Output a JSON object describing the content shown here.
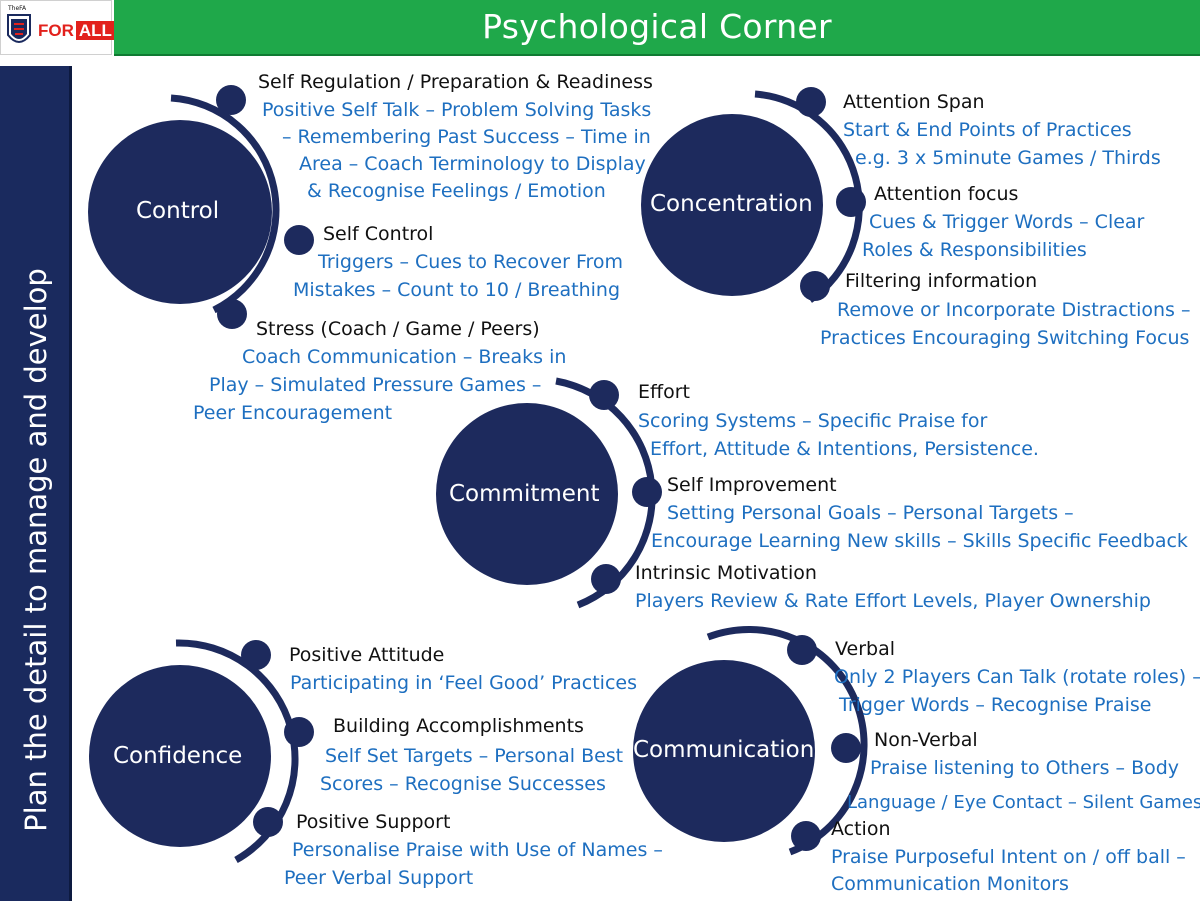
{
  "header": {
    "logo_small": "TheFA",
    "logo_for": "FOR",
    "logo_all": "ALL",
    "title": "Psychological Corner"
  },
  "sidebar": {
    "text": "Plan the detail to manage and develop"
  },
  "colors": {
    "title_bar": "#1fa84a",
    "sidebar": "#1a2a5e",
    "circle_fill": "#1d2a5d",
    "heading_text": "#111111",
    "detail_text": "#1e6fc0"
  },
  "icons": {
    "logo": "england-crest-icon",
    "bullet": "navy-dot-icon"
  },
  "groups": [
    {
      "name": "Control",
      "items": [
        {
          "heading": "Self Regulation / Preparation & Readiness",
          "lines": [
            "Positive Self Talk – Problem Solving Tasks",
            "– Remembering Past Success –  Time in",
            "Area – Coach Terminology to Display",
            "& Recognise Feelings / Emotion"
          ]
        },
        {
          "heading": "Self Control",
          "lines": [
            "Triggers – Cues to Recover From",
            "Mistakes – Count to 10 / Breathing"
          ]
        },
        {
          "heading": "Stress (Coach / Game / Peers)",
          "lines": [
            "Coach Communication – Breaks in",
            "Play – Simulated Pressure Games –",
            "Peer Encouragement"
          ]
        }
      ]
    },
    {
      "name": "Concentration",
      "items": [
        {
          "heading": "Attention Span",
          "lines": [
            "Start & End Points of Practices",
            "e.g. 3 x 5minute Games / Thirds"
          ]
        },
        {
          "heading": "Attention focus",
          "lines": [
            "Cues & Trigger Words – Clear",
            "Roles & Responsibilities"
          ]
        },
        {
          "heading": "Filtering information",
          "lines": [
            "Remove or Incorporate Distractions –",
            "Practices Encouraging Switching Focus"
          ]
        }
      ]
    },
    {
      "name": "Commitment",
      "items": [
        {
          "heading": "Effort",
          "lines": [
            "Scoring Systems – Specific Praise  for",
            "Effort,  Attitude & Intentions, Persistence."
          ]
        },
        {
          "heading": "Self Improvement",
          "lines": [
            "Setting Personal Goals –  Personal Targets  –",
            "Encourage Learning New skills – Skills Specific Feedback"
          ]
        },
        {
          "heading": "Intrinsic Motivation",
          "lines": [
            "Players Review & Rate Effort Levels, Player Ownership"
          ]
        }
      ]
    },
    {
      "name": "Confidence",
      "items": [
        {
          "heading": "Positive Attitude",
          "lines": [
            "Participating in ‘Feel Good’ Practices"
          ]
        },
        {
          "heading": "Building Accomplishments",
          "lines": [
            "Self Set Targets – Personal Best",
            "Scores – Recognise Successes"
          ]
        },
        {
          "heading": "Positive Support",
          "lines": [
            "Personalise Praise with Use of Names –",
            "Peer Verbal Support"
          ]
        }
      ]
    },
    {
      "name": "Communication",
      "items": [
        {
          "heading": "Verbal",
          "lines": [
            "Only 2 Players Can Talk (rotate roles) –",
            "Trigger Words – Recognise Praise"
          ]
        },
        {
          "heading": "Non-Verbal",
          "lines": [
            "Praise listening to Others – Body",
            "Language / Eye Contact – Silent Games"
          ]
        },
        {
          "heading": "Action",
          "lines": [
            "Praise Purposeful Intent on / off ball –",
            "Communication Monitors"
          ]
        }
      ]
    }
  ]
}
